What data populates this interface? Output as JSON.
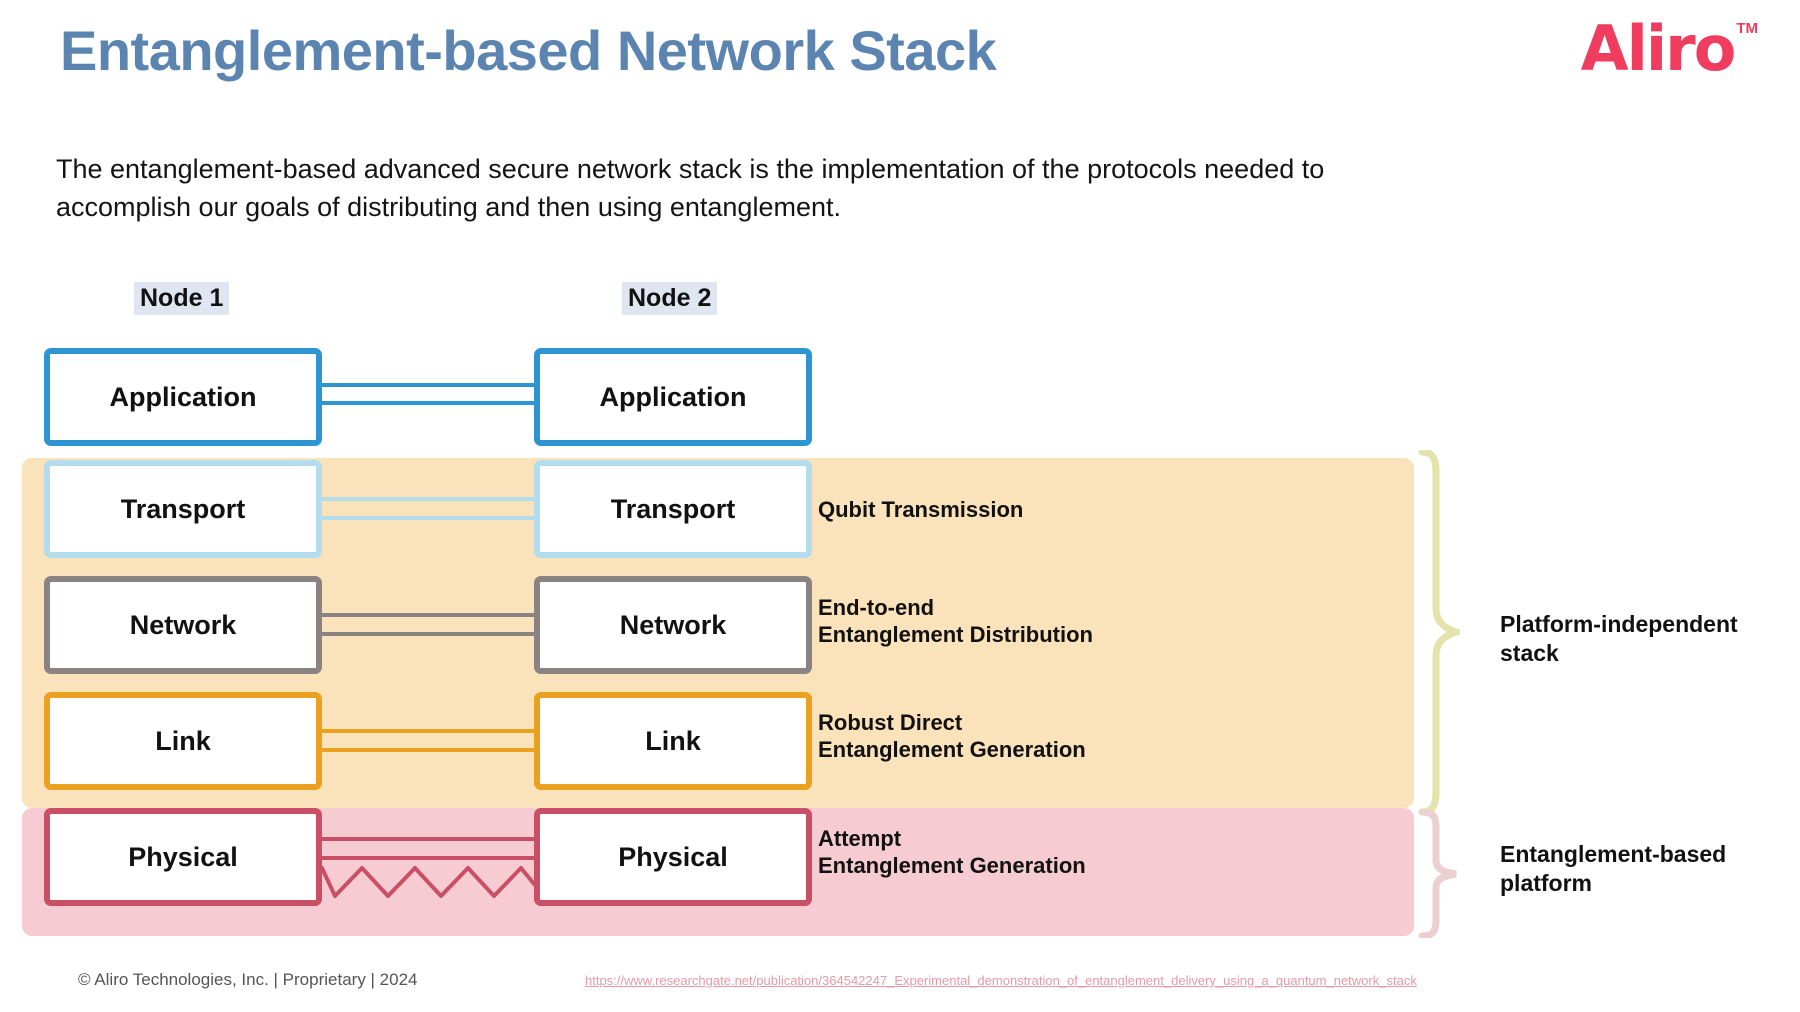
{
  "header": {
    "title": "Entanglement-based Network Stack",
    "logo_word": "Aliro",
    "logo_tm": "TM",
    "brand_color": "#ef3c5f",
    "title_color": "#5b84b1"
  },
  "subtitle": "The entanglement-based advanced secure network stack is the implementation of the protocols needed to accomplish our goals of distributing and then using entanglement.",
  "nodes": {
    "node_1": "Node 1",
    "node_2": "Node 2",
    "highlight_color": "#dfe6f2"
  },
  "layers": [
    {
      "name": "Application",
      "color": "#2e95d3",
      "annotation": ""
    },
    {
      "name": "Transport",
      "color": "#b3ddee",
      "annotation": "Qubit Transmission"
    },
    {
      "name": "Network",
      "color": "#8a8382",
      "annotation": "End-to-end\nEntanglement Distribution"
    },
    {
      "name": "Link",
      "color": "#eca01f",
      "annotation": "Robust Direct\nEntanglement Generation"
    },
    {
      "name": "Physical",
      "color": "#c94f67",
      "annotation": "Attempt\nEntanglement Generation"
    }
  ],
  "bands": {
    "platform_independent": {
      "label": "Platform-independent\nstack",
      "color": "#fae2bb",
      "brace_color": "#e4e3ac"
    },
    "entanglement_platform": {
      "label": "Entanglement-based\nplatform",
      "color": "#f6ccd2",
      "brace_color": "#eccfd0"
    }
  },
  "footer": {
    "copyright": "© Aliro Technologies, Inc.  | Proprietary | 2024",
    "link": "https://www.researchgate.net/publication/364542247_Experimental_demonstration_of_entanglement_delivery_using_a_quantum_network_stack",
    "link_color": "#e59aa8"
  }
}
